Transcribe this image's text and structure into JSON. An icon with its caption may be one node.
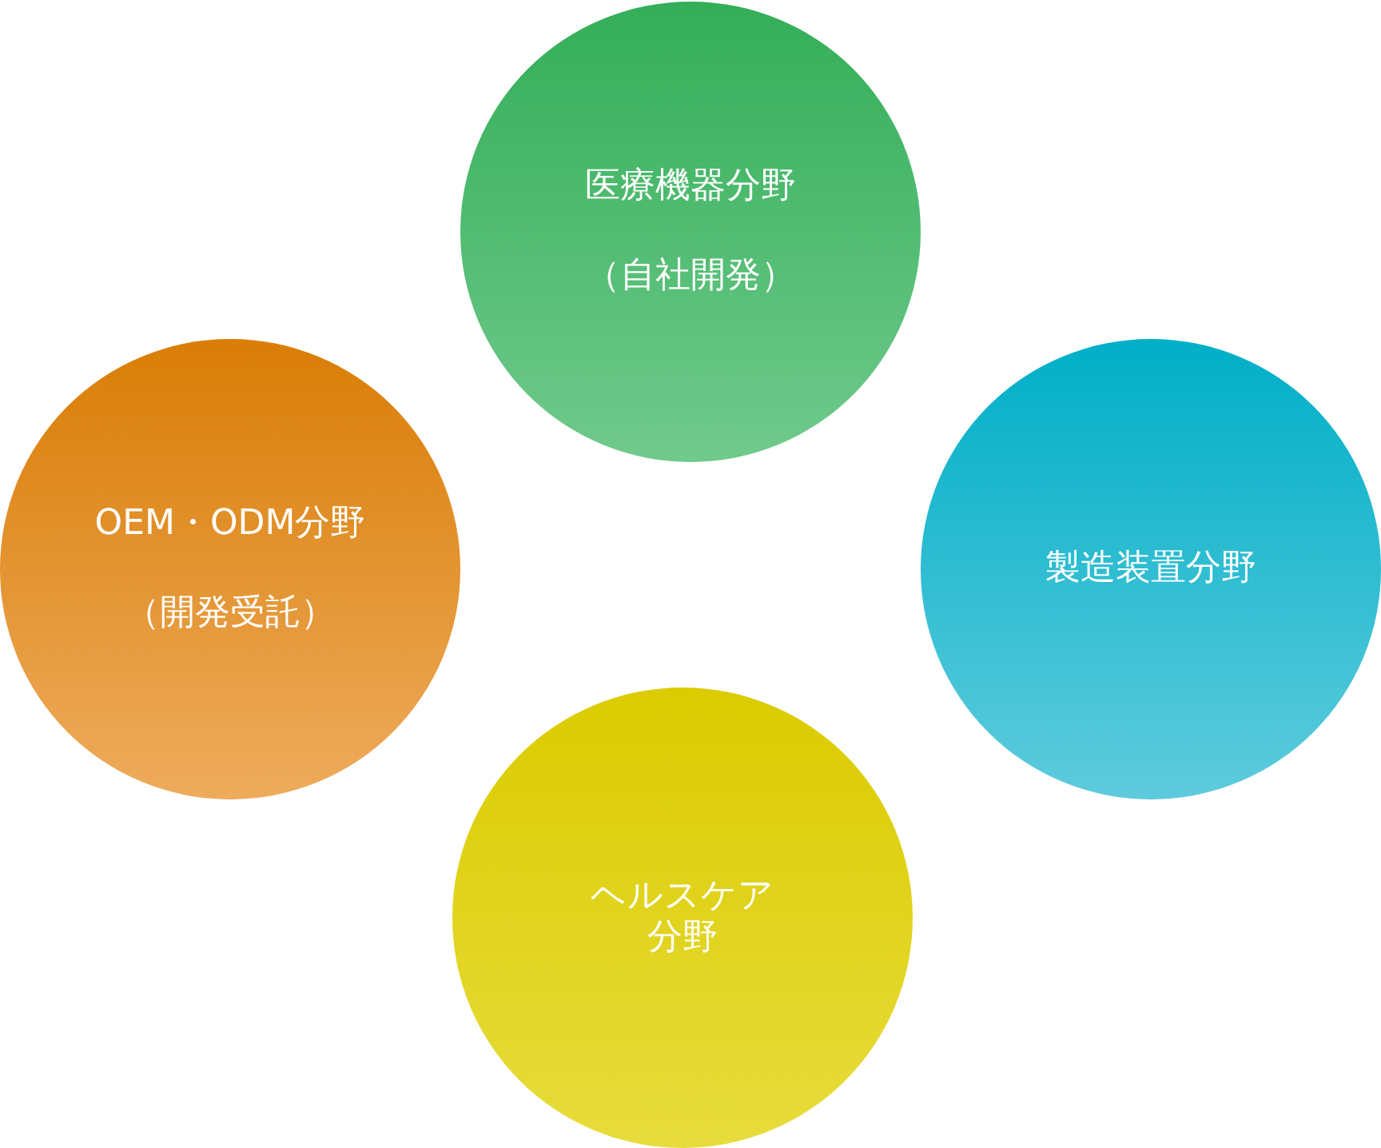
{
  "diagram": {
    "nodes": [
      {
        "text": [
          "医療機器分野",
          "（自社開発）"
        ]
      },
      {
        "text": [
          "OEM・ODM分野",
          "（開発受託）"
        ]
      },
      {
        "text": [
          "製造装置分野"
        ]
      },
      {
        "text": [
          "ヘルスケア分野"
        ]
      }
    ]
  }
}
